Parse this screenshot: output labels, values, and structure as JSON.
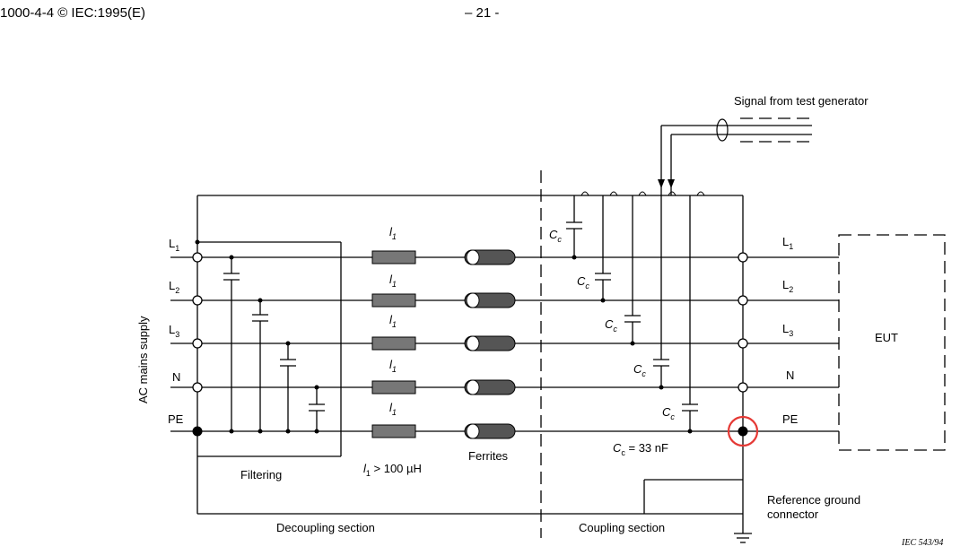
{
  "header": {
    "doc_id": "1000-4-4 © IEC:1995(E)",
    "page": "– 21 -"
  },
  "labels": {
    "signal": "Signal from test generator",
    "ac_supply": "AC mains supply",
    "filtering": "Filtering",
    "decoupling": "Decoupling section",
    "coupling": "Coupling section",
    "ferrites": "Ferrites",
    "l1_spec_main": "l",
    "l1_spec_sub": "1",
    "l1_spec_rest": " > 100 µH",
    "cc_spec_main": "C",
    "cc_spec_sub": "c",
    "cc_spec_rest": " = 33 nF",
    "eut": "EUT",
    "ref_ground_1": "Reference ground",
    "ref_ground_2": "connector",
    "fig_id": "IEC  543/94",
    "inductor_main": "l",
    "inductor_sub": "1",
    "cap_main": "C",
    "cap_sub": "c"
  },
  "lines": [
    {
      "main": "L",
      "sub": "1"
    },
    {
      "main": "L",
      "sub": "2"
    },
    {
      "main": "L",
      "sub": "3"
    },
    {
      "main": "N",
      "sub": ""
    },
    {
      "main": "PE",
      "sub": ""
    }
  ],
  "highlight_color": "#e53935"
}
